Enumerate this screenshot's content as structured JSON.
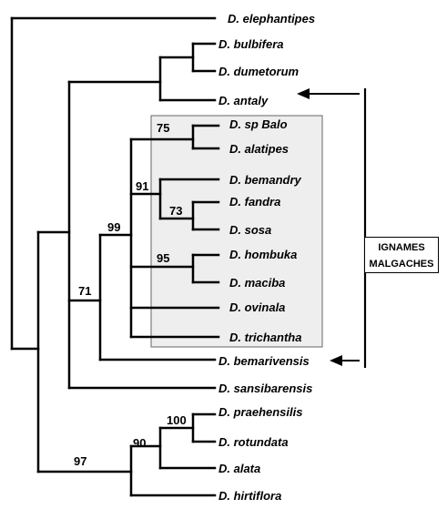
{
  "taxa": {
    "elephantipes": "D. elephantipes",
    "bulbifera": "D. bulbifera",
    "dumetorum": "D. dumetorum",
    "antaly": "D. antaly",
    "sp_balo": "D. sp Balo",
    "alatipes": "D. alatipes",
    "bemandry": "D. bemandry",
    "fandra": "D. fandra",
    "sosa": "D. sosa",
    "hombuka": "D. hombuka",
    "maciba": "D. maciba",
    "ovinala": "D. ovinala",
    "trichantha": "D. trichantha",
    "bemarivensis": "D. bemarivensis",
    "sansibarensis": "D. sansibarensis",
    "praehensilis": "D. praehensilis",
    "rotundata": "D. rotundata",
    "alata": "D. alata",
    "hirtiflora": "D. hirtiflora"
  },
  "support_values": {
    "balo_alatipes": "75",
    "bemandry_clade": "91",
    "fandra_sosa": "73",
    "madagascar_inner": "99",
    "hombuka_maciba": "95",
    "madagascar_clade": "71",
    "african_asian_clade": "97",
    "alata_clade": "90",
    "praehensilis_rotundata": "100"
  },
  "group_label": {
    "line1": "IGNAMES",
    "line2": "MALGACHES"
  }
}
